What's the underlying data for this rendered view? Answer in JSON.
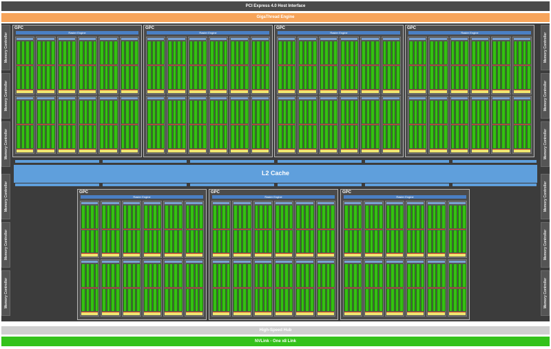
{
  "title_bar": "PCI Express 4.0 Host Interface",
  "gigathread": "GigaThread Engine",
  "memory_controller_label": "Memory Controller",
  "l2_cache": "L2 Cache",
  "high_speed_hub": "High-Speed Hub",
  "nvlink": "NVLink - One x8 Link",
  "gpc_label": "GPC",
  "raster_engine": "Raster Engine",
  "colors": {
    "pcie": "#4a4a4a",
    "gigathread": "#f7a45a",
    "chip": "#3c3c3c",
    "l2_cache": "#5f9fdc",
    "raster_engine": "#4a7fc4",
    "cuda_core": "#35c013",
    "rt_core": "#efe670",
    "high_speed_hub": "#cfcfcf",
    "nvlink": "#34c21b"
  }
}
